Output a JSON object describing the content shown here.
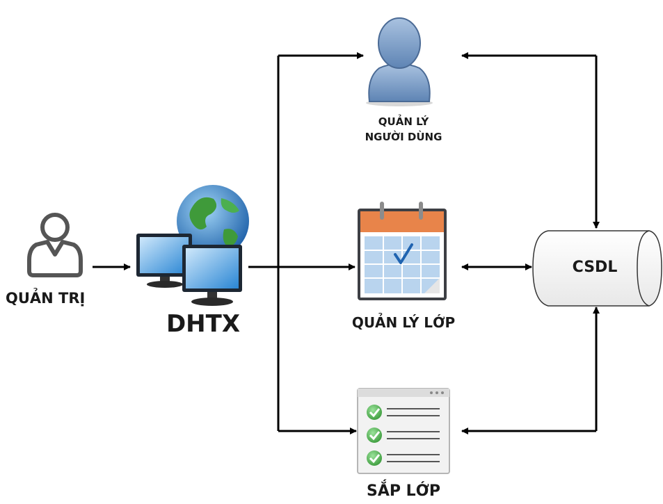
{
  "diagram": {
    "admin": {
      "label": "QUẢN TRỊ",
      "icon": "admin-user-icon"
    },
    "system": {
      "label": "DHTX",
      "icon": "web-computers-globe-icon"
    },
    "user_management": {
      "label_line1": "QUẢN LÝ",
      "label_line2": "NGƯỜI DÙNG",
      "icon": "user-silhouette-icon"
    },
    "class_management": {
      "label": "QUẢN LÝ LỚP",
      "icon": "calendar-icon"
    },
    "class_scheduling": {
      "label": "SẮP LỚP",
      "icon": "checklist-icon"
    },
    "database": {
      "label": "CSDL",
      "icon": "database-cylinder-icon"
    }
  },
  "colors": {
    "line": "#000000",
    "person_body": "#7a9cc6",
    "calendar_header": "#e8844a",
    "calendar_grid": "#b9d4ee",
    "check_green": "#5cb85c"
  }
}
